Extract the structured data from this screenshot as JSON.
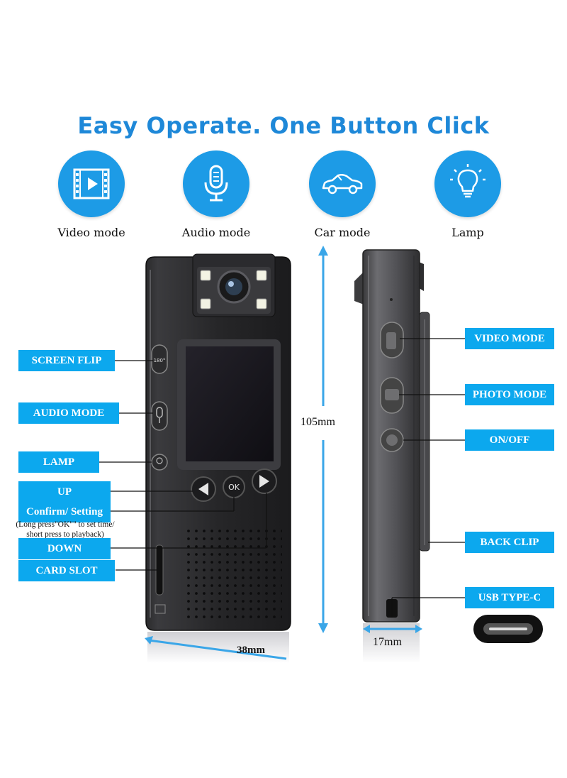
{
  "headline": "Easy Operate. One Button Click",
  "modes": [
    {
      "label": "Video mode",
      "icon": "video-icon"
    },
    {
      "label": "Audio mode",
      "icon": "microphone-icon"
    },
    {
      "label": "Car mode",
      "icon": "car-icon"
    },
    {
      "label": "Lamp",
      "icon": "lamp-icon"
    }
  ],
  "front_labels": {
    "screen_flip": "SCREEN FLIP",
    "audio_mode": "AUDIO MODE",
    "lamp": "LAMP",
    "up": "UP",
    "confirm": "Confirm/ Setting",
    "confirm_note_1": "(Long press\"OK\"\" to set time/",
    "confirm_note_2": "short  press to playback)",
    "down": "DOWN",
    "card_slot": "CARD SLOT"
  },
  "side_labels": {
    "video_mode": "VIDEO MODE",
    "photo_mode": "PHOTO MODE",
    "on_off": "ON/OFF",
    "back_clip": "BACK CLIP",
    "usb": "USB TYPE-C"
  },
  "dimensions": {
    "height": "105mm",
    "width": "38mm",
    "depth": "17mm"
  },
  "device_text": {
    "flip_button": "180°",
    "ok_button": "OK"
  },
  "colors": {
    "accent": "#1d9be6",
    "label_bg": "#0ca8ee",
    "headline": "#1e88d8",
    "dimension_arrow": "#3aa6e8"
  }
}
